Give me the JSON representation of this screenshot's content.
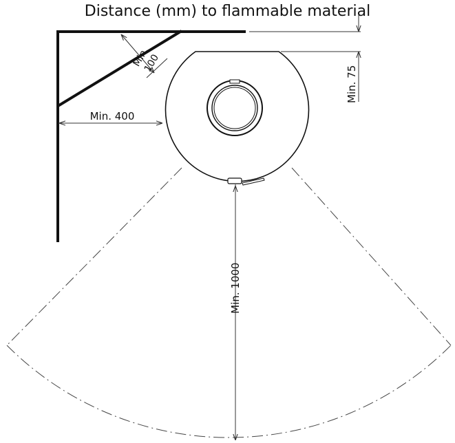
{
  "title": "Distance (mm) to flammable material",
  "dimensions": {
    "corner_wall": "Min.\n100",
    "side_wall": "Min. 400",
    "back_wall": "Min. 75",
    "front": "Min. 1000"
  }
}
